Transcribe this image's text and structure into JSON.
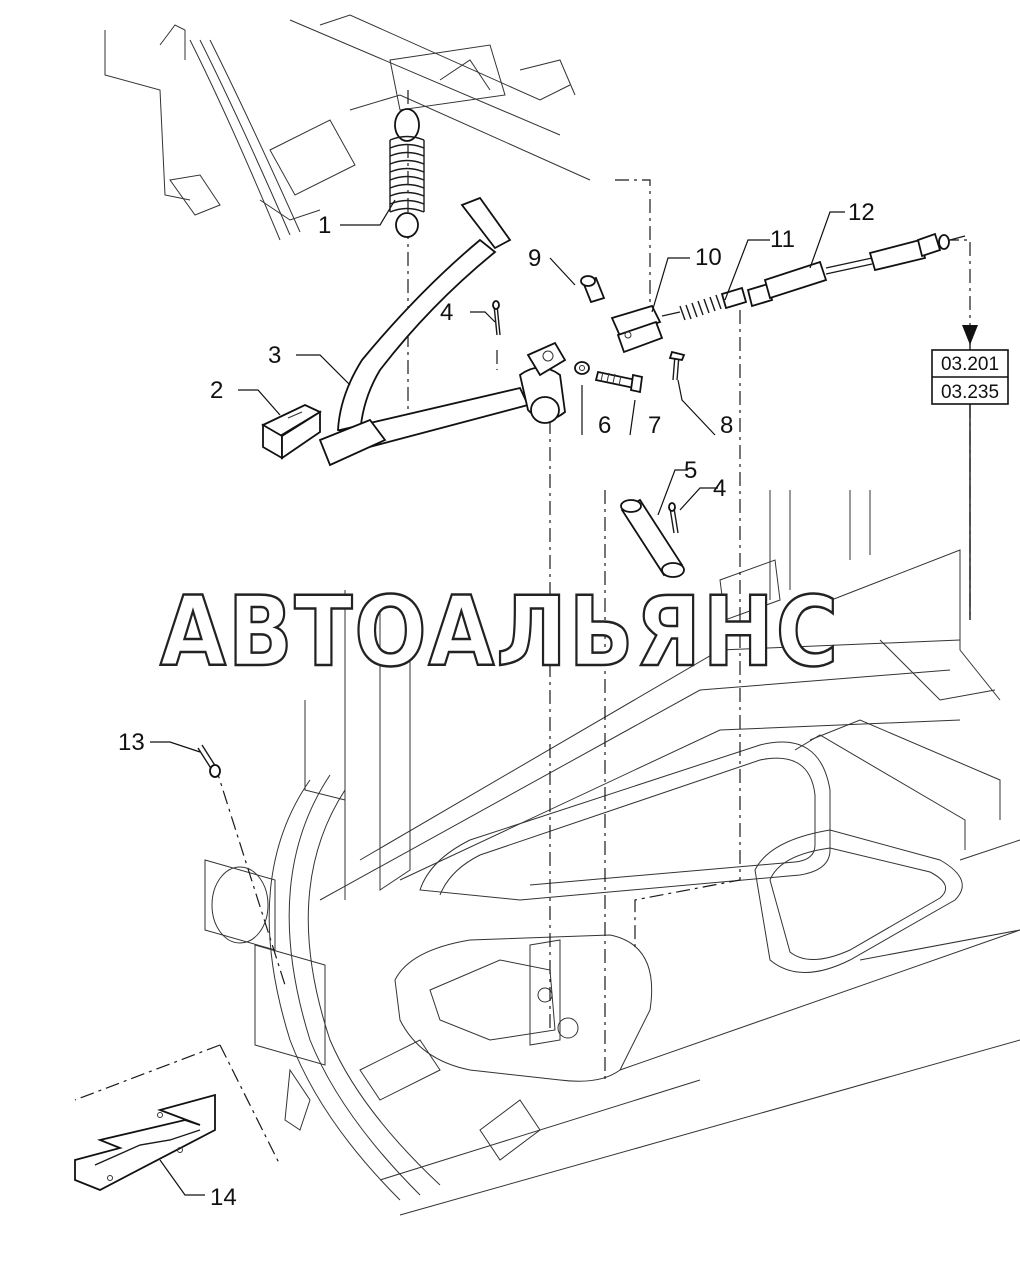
{
  "watermark": "АВТОАЛЬЯНС",
  "callouts": {
    "c1": "1",
    "c2": "2",
    "c3": "3",
    "c4a": "4",
    "c4b": "4",
    "c5": "5",
    "c6": "6",
    "c7": "7",
    "c8": "8",
    "c9": "9",
    "c10": "10",
    "c11": "11",
    "c12": "12",
    "c13": "13",
    "c14": "14"
  },
  "references": [
    "03.201",
    "03.235"
  ]
}
